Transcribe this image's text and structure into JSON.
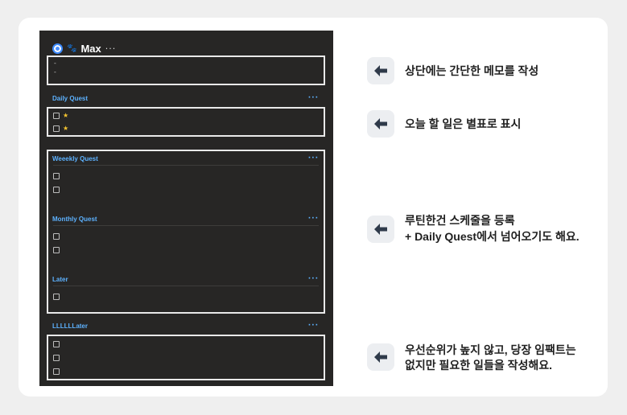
{
  "app": {
    "title": "Max",
    "more_glyph": "···",
    "memo_lines": [
      "-",
      "-"
    ]
  },
  "sections": {
    "daily": {
      "label": "Daily Quest",
      "more": "···"
    },
    "weekly": {
      "label": "Weeekly Quest",
      "more": "···"
    },
    "monthly": {
      "label": "Monthly Quest",
      "more": "···"
    },
    "later": {
      "label": "Later",
      "more": "···"
    },
    "lllllater": {
      "label": "LLLLLLater",
      "more": "···"
    }
  },
  "glyphs": {
    "star": "★",
    "paw": "🐾"
  },
  "annotations": {
    "a1": "상단에는 간단한 메모를 작성",
    "a2": "오늘 할 일은 별표로 표시",
    "a3_line1": "루틴한건 스케줄을 등록",
    "a3_line2": "+ Daily Quest에서 넘어오기도 해요.",
    "a4_line1": "우선순위가 높지 않고, 당장 임팩트는",
    "a4_line2": "없지만 필요한 일들을 작성해요."
  },
  "colors": {
    "panel_bg": "#272625",
    "accent_blue": "#5db2ff",
    "star_yellow": "#f4c430",
    "arrow_bg": "#eceef1",
    "arrow_fg": "#2f3a4a"
  },
  "icons": [
    "radio-icon",
    "paw-icon",
    "more-icon",
    "checkbox-icon",
    "star-icon",
    "arrow-left-icon"
  ]
}
